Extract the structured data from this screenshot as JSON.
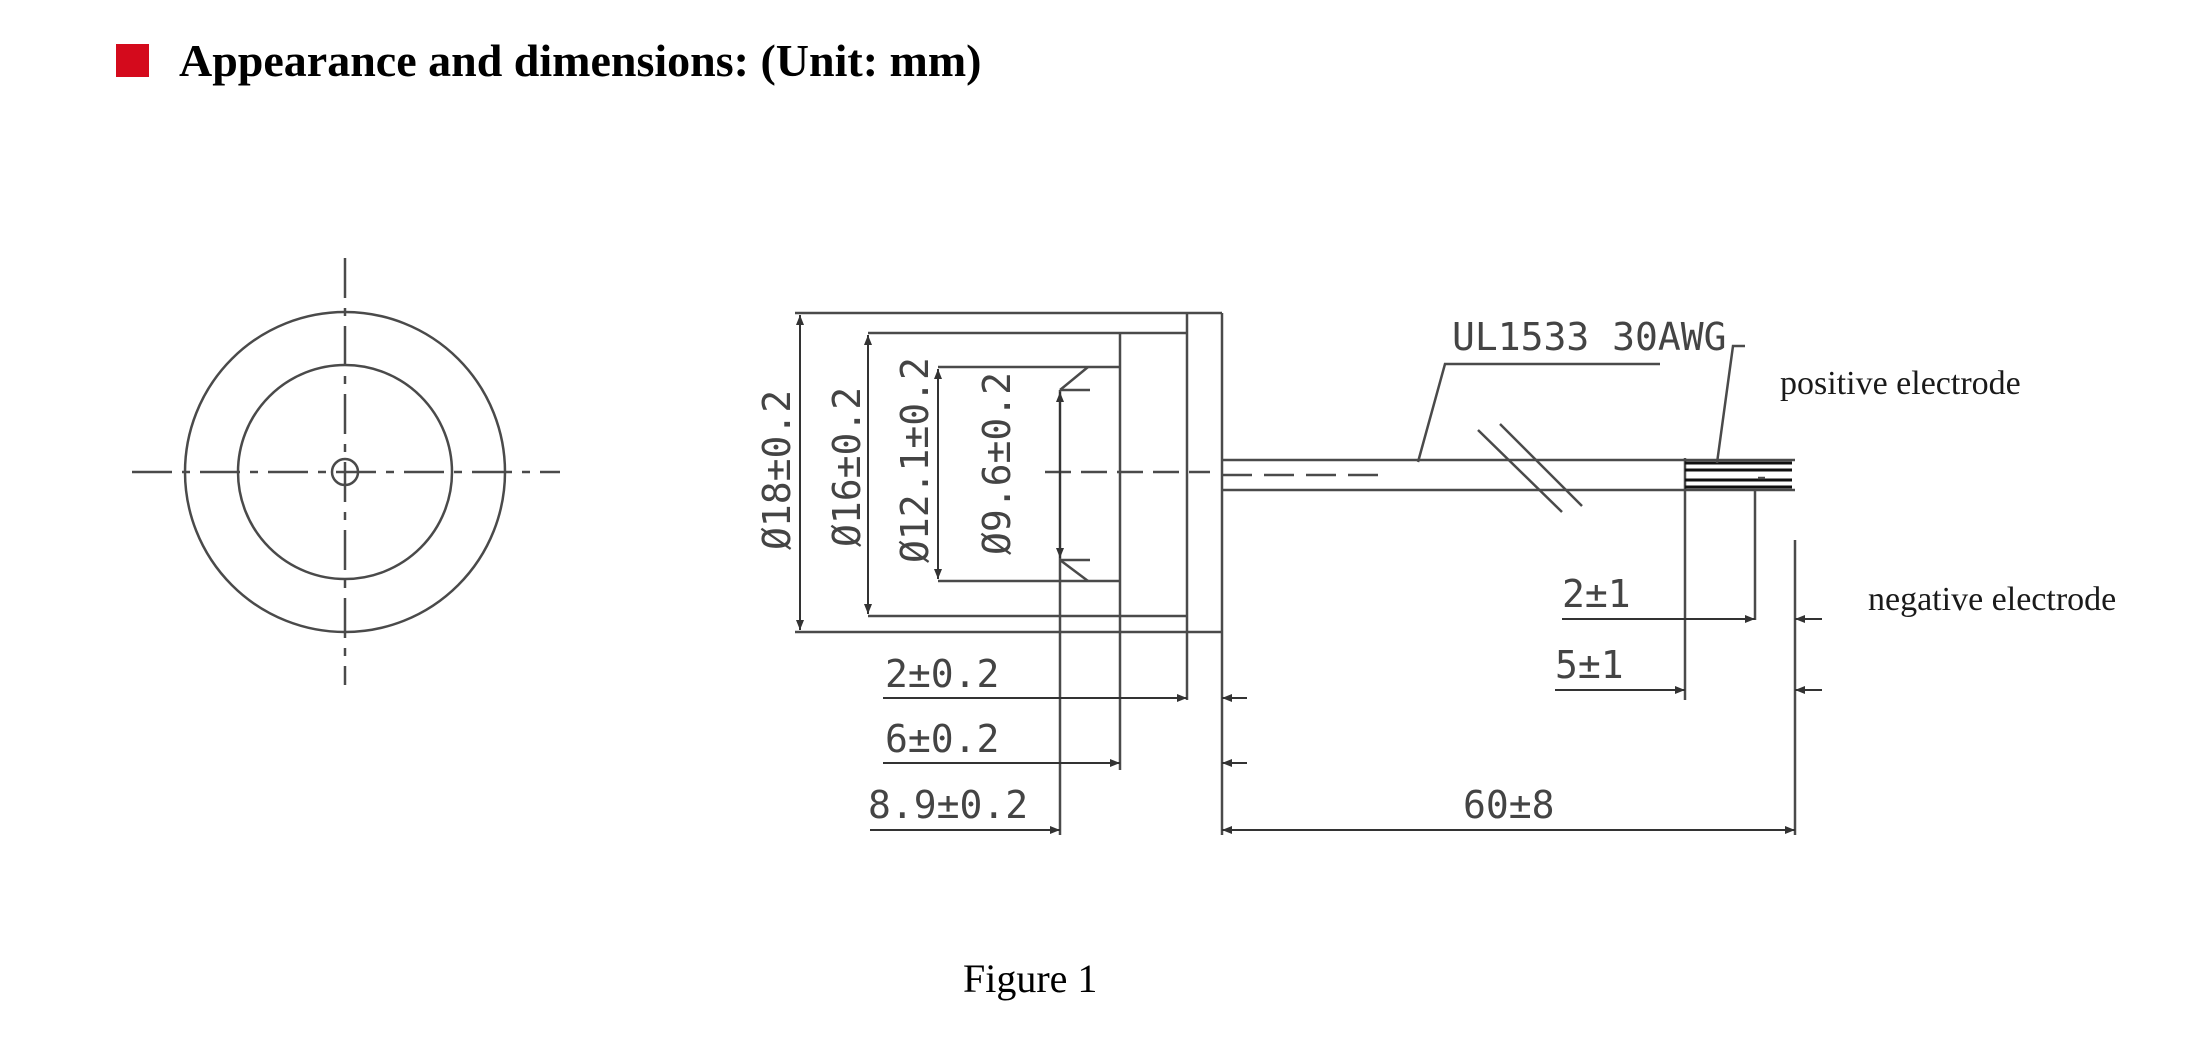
{
  "header": {
    "title": "Appearance and dimensions: (Unit: mm)",
    "bullet_color": "#d40a1c",
    "bullet_icon": "square-bullet-icon"
  },
  "diagram": {
    "dimensions": {
      "d18": "Ø18±0.2",
      "d16": "Ø16±0.2",
      "d12": "Ø12.1±0.2",
      "d9": "Ø9.6±0.2",
      "t2": "2±0.2",
      "t6": "6±0.2",
      "t89": "8.9±0.2",
      "lead60": "60±8",
      "strip2": "2±1",
      "strip5": "5±1"
    },
    "cable_spec": "UL1533 30AWG",
    "labels": {
      "positive": "positive electrode",
      "negative": "negative electrode"
    },
    "line_color": "#4a4a4a"
  },
  "caption": "Figure 1"
}
